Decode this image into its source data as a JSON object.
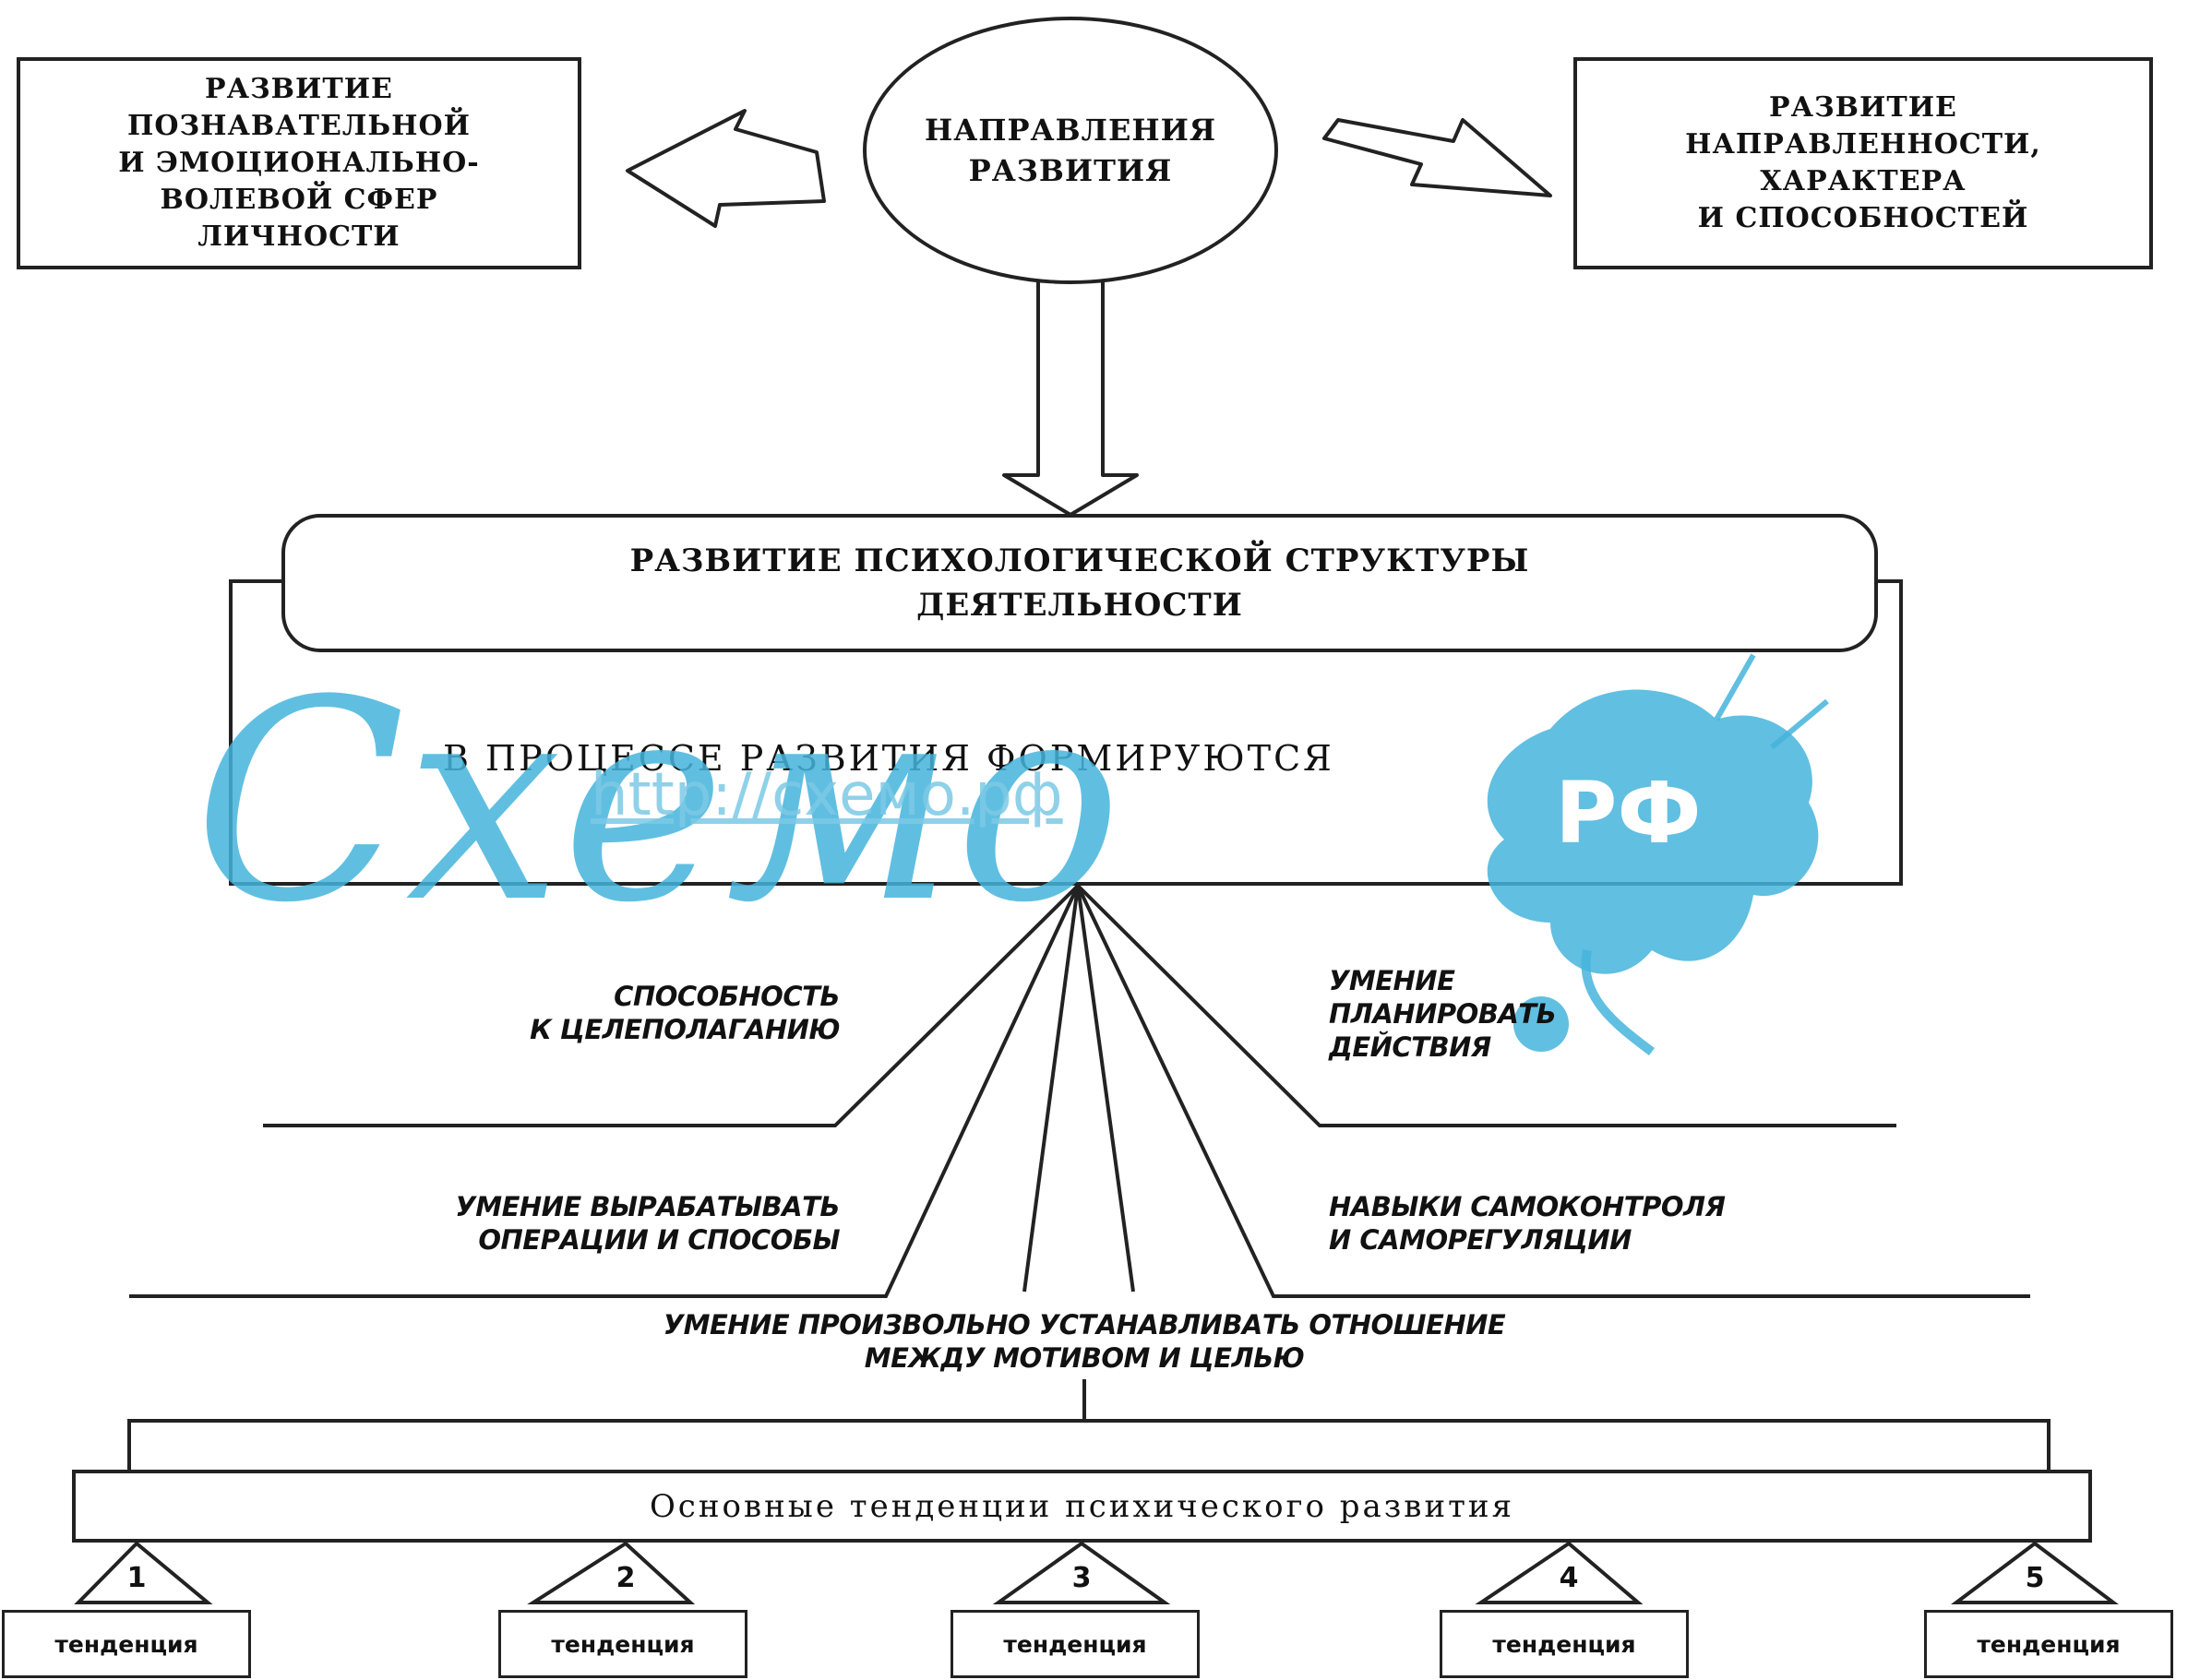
{
  "center_circle": {
    "text": "НАПРАВЛЕНИЯ\nРАЗВИТИЯ"
  },
  "left_box": {
    "text": "РАЗВИТИЕ\nПОЗНАВАТЕЛЬНОЙ\nИ ЭМОЦИОНАЛЬНО-\nВОЛЕВОЙ СФЕР\nЛИЧНОСТИ"
  },
  "right_box": {
    "text": "РАЗВИТИЕ\nНАПРАВЛЕННОСТИ,\nХАРАКТЕРА\nИ СПОСОБНОСТЕЙ"
  },
  "structure_box": {
    "text": "РАЗВИТИЕ ПСИХОЛОГИЧЕСКОЙ СТРУКТУРЫ\nДЕЯТЕЛЬНОСТИ"
  },
  "process_box": {
    "text": "В ПРОЦЕССЕ РАЗВИТИЯ ФОРМИРУЮТСЯ"
  },
  "outcomes": {
    "goal_setting": "СПОСОБНОСТЬ\nК ЦЕЛЕПОЛАГАНИЮ",
    "planning": "УМЕНИЕ\nПЛАНИРОВАТЬ\nДЕЙСТВИЯ",
    "operations": "УМЕНИЕ ВЫРАБАТЫВАТЬ\nОПЕРАЦИИ И СПОСОБЫ",
    "self_control": "НАВЫКИ САМОКОНТРОЛЯ\nИ САМОРЕГУЛЯЦИИ",
    "motive_goal": "УМЕНИЕ ПРОИЗВОЛЬНО УСТАНАВЛИВАТЬ ОТНОШЕНИЕ\nМЕЖДУ МОТИВОМ И ЦЕЛЬЮ"
  },
  "tendencies_bar": {
    "text": "Основные тенденции психического развития"
  },
  "tendencies": [
    {
      "number": "1",
      "label": "тенденция"
    },
    {
      "number": "2",
      "label": "тенденция"
    },
    {
      "number": "3",
      "label": "тенденция"
    },
    {
      "number": "4",
      "label": "тенденция"
    },
    {
      "number": "5",
      "label": "тенденция"
    }
  ],
  "watermark": {
    "script": "Схемо",
    "url": "http://схемо.рф",
    "badge": "РФ",
    "color": "#45b4dc"
  }
}
